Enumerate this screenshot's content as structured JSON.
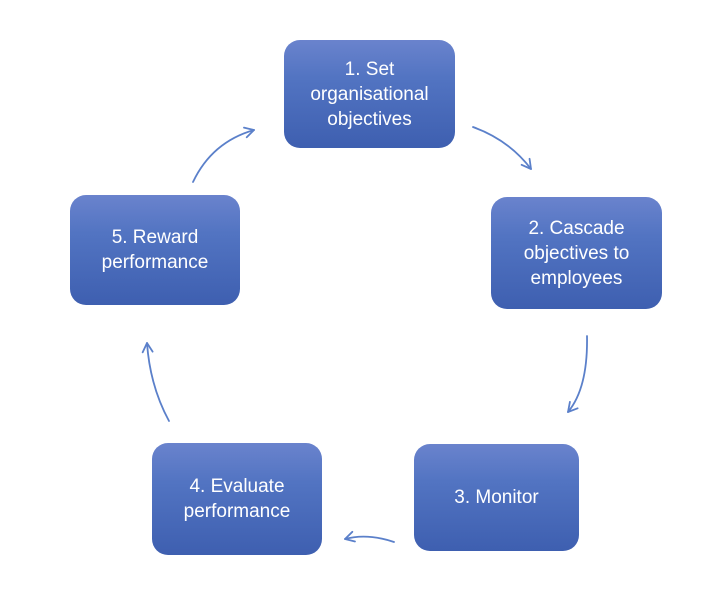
{
  "diagram": {
    "type": "cycle",
    "nodes": [
      {
        "label": "1. Set organisational objectives"
      },
      {
        "label": "2. Cascade objectives to employees"
      },
      {
        "label": "3. Monitor"
      },
      {
        "label": "4. Evaluate performance"
      },
      {
        "label": "5. Reward performance"
      }
    ],
    "arrows": [
      {
        "from": "1. Set organisational objectives",
        "to": "2. Cascade objectives to employees"
      },
      {
        "from": "2. Cascade objectives to employees",
        "to": "3. Monitor"
      },
      {
        "from": "3. Monitor",
        "to": "4. Evaluate performance"
      },
      {
        "from": "4. Evaluate performance",
        "to": "5. Reward performance"
      },
      {
        "from": "5. Reward performance",
        "to": "1. Set organisational objectives"
      }
    ]
  },
  "colors": {
    "box_gradient_top": "#6a83cd",
    "box_gradient_mid": "#5274c2",
    "box_gradient_bottom": "#3e5fb0",
    "box_text": "#ffffff",
    "arrow": "#5b80ca",
    "background": "#ffffff"
  }
}
